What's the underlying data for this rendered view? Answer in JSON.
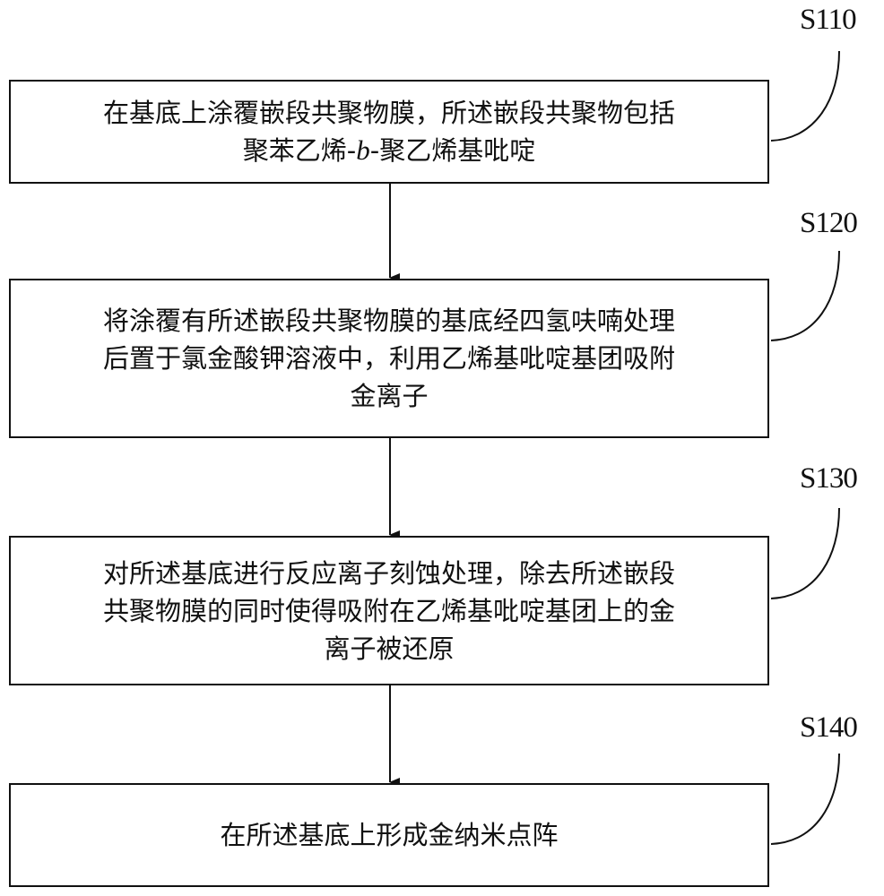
{
  "diagram": {
    "type": "flowchart",
    "direction": "top-to-bottom",
    "steps": [
      {
        "id": "S110",
        "label": "S110",
        "lines": [
          {
            "segments": [
              {
                "text": "在基底上涂覆嵌段共聚物膜，所述嵌段共聚物包括",
                "italic": false
              }
            ]
          },
          {
            "segments": [
              {
                "text": "聚苯乙烯-",
                "italic": false
              },
              {
                "text": "b",
                "italic": true
              },
              {
                "text": "-聚乙烯基吡啶",
                "italic": false
              }
            ]
          }
        ]
      },
      {
        "id": "S120",
        "label": "S120",
        "lines": [
          {
            "segments": [
              {
                "text": "将涂覆有所述嵌段共聚物膜的基底经四氢呋喃处理",
                "italic": false
              }
            ]
          },
          {
            "segments": [
              {
                "text": "后置于氯金酸钾溶液中，利用乙烯基吡啶基团吸附",
                "italic": false
              }
            ]
          },
          {
            "segments": [
              {
                "text": "金离子",
                "italic": false
              }
            ]
          }
        ]
      },
      {
        "id": "S130",
        "label": "S130",
        "lines": [
          {
            "segments": [
              {
                "text": "对所述基底进行反应离子刻蚀处理，除去所述嵌段",
                "italic": false
              }
            ]
          },
          {
            "segments": [
              {
                "text": "共聚物膜的同时使得吸附在乙烯基吡啶基团上的金",
                "italic": false
              }
            ]
          },
          {
            "segments": [
              {
                "text": "离子被还原",
                "italic": false
              }
            ]
          }
        ]
      },
      {
        "id": "S140",
        "label": "S140",
        "lines": [
          {
            "segments": [
              {
                "text": "在所述基底上形成金纳米点阵",
                "italic": false
              }
            ]
          }
        ]
      }
    ],
    "connections": [
      {
        "from": "S110",
        "to": "S120"
      },
      {
        "from": "S120",
        "to": "S130"
      },
      {
        "from": "S130",
        "to": "S140"
      }
    ],
    "colors": {
      "stroke": "#111111",
      "background": "#ffffff",
      "text": "#111111"
    }
  }
}
